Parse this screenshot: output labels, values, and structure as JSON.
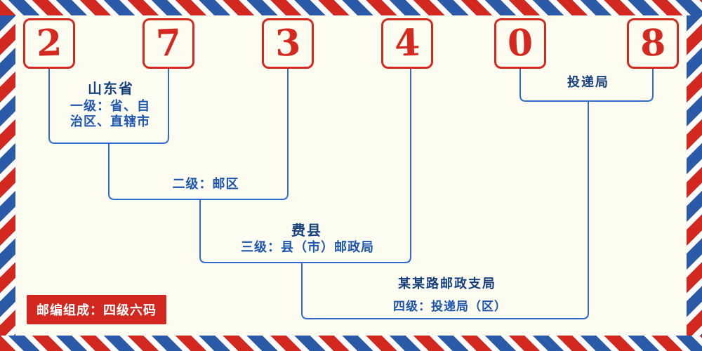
{
  "postal_code": {
    "digits": [
      "2",
      "7",
      "3",
      "4",
      "0",
      "8"
    ]
  },
  "sections": {
    "level1": {
      "title": "山东省",
      "desc_line1": "一级：省、自",
      "desc_line2": "治区、直辖市"
    },
    "level2": {
      "desc": "二级：邮区"
    },
    "level3": {
      "title": "费县",
      "desc": "三级：县（市）邮政局"
    },
    "delivery": {
      "title": "投递局"
    },
    "level4": {
      "title": "某某路邮政支局",
      "desc": "四级：投递局（区）"
    },
    "footer": {
      "badge": "邮编组成：四级六码"
    }
  },
  "colors": {
    "digit_red": "#d5281e",
    "line_blue": "#2f6bd0",
    "heading_blue": "#17417e",
    "desc_blue": "#1e55ae",
    "badge_red": "#d3281f",
    "stripe_red": "#d3281f",
    "stripe_blue": "#2b5aa8",
    "background": "#fdfcf0"
  }
}
